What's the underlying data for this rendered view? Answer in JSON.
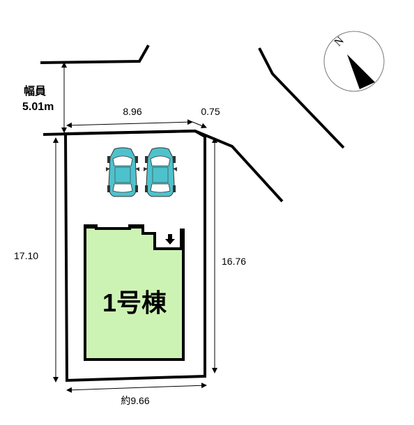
{
  "road": {
    "label": "幅員",
    "width": "5.01m"
  },
  "dimensions": {
    "top": "8.96",
    "top_right": "0.75",
    "left": "17.10",
    "right": "16.76",
    "bottom": "約9.66"
  },
  "building": {
    "label": "1号棟",
    "fill": "#cdf3b4"
  },
  "compass": {
    "letter": "N"
  },
  "parking": {
    "count": 2,
    "car_color": "#4ec2cc"
  }
}
